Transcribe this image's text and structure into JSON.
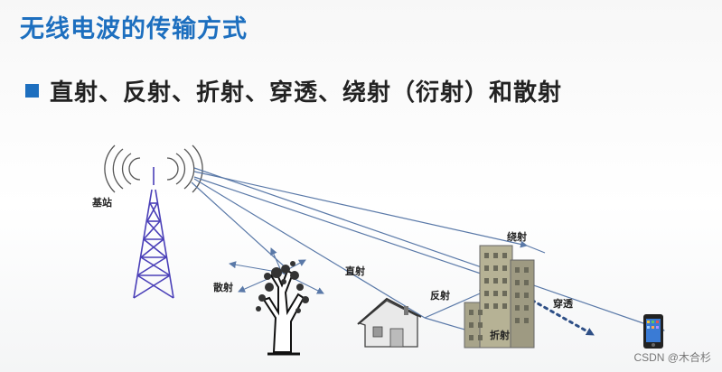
{
  "header": {
    "title": "无线电波的传输方式"
  },
  "bullet": {
    "text": "直射、反射、折射、穿透、绕射（衍射）和散射"
  },
  "diagram": {
    "labels": {
      "base_station": "基站",
      "scatter": "散射",
      "direct": "直射",
      "reflect": "反射",
      "diffract": "绕射",
      "penetrate": "穿透",
      "refract": "折射"
    },
    "colors": {
      "ray": "#5a79a8",
      "tower": "#4a3fb8",
      "title": "#1d6fbf"
    }
  },
  "watermark": {
    "text": "CSDN @木合杉"
  }
}
